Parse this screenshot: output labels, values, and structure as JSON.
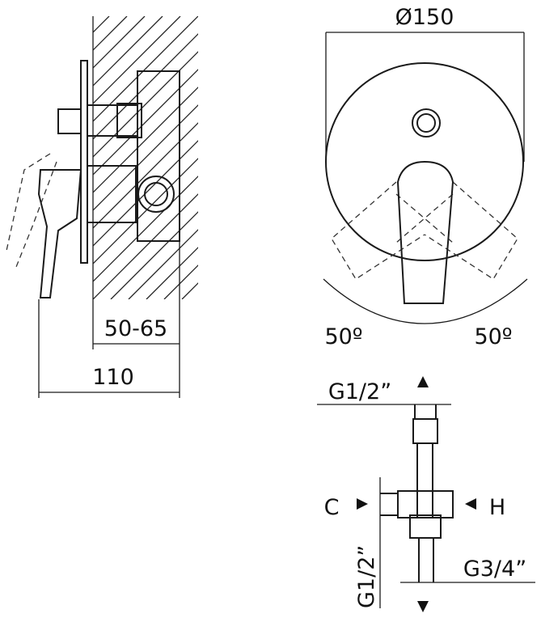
{
  "side_view": {
    "depth_label": "50-65",
    "total_label": "110"
  },
  "front_view": {
    "diameter_label": "Ø150",
    "angle_left_label": "50º",
    "angle_right_label": "50º"
  },
  "connections_view": {
    "top_outlet_label": "G1/2”",
    "cold_label": "C",
    "hot_label": "H",
    "side_outlet_label": "G1/2”",
    "bottom_outlet_label": "G3/4”"
  }
}
